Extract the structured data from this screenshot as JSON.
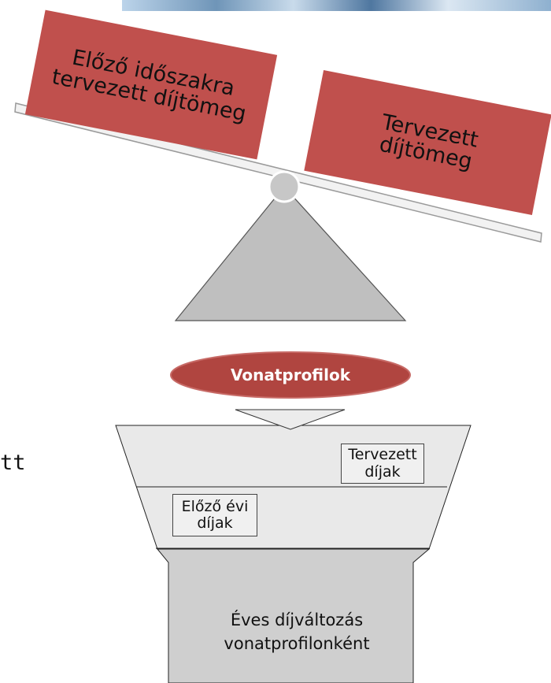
{
  "colors": {
    "box_fill": "#c0504d",
    "ellipse_fill": "#b04540",
    "ellipse_border": "#c76a66",
    "triangle_fill": "#bfbfbf",
    "funnel_fill": "#e9e9e9",
    "column_fill": "#cfcfcf"
  },
  "balance": {
    "left_box_text": "Előző időszakra\ntervezett díjtömeg",
    "right_box_text": "Tervezett\ndíjtömeg"
  },
  "ellipse": {
    "label": "Vonatprofilok"
  },
  "funnel": {
    "planned_fees": "Tervezett\ndíjak",
    "previous_year_fees": "Előző évi\ndíjak",
    "result_text": "Éves díjváltozás\nvonatprofilonként"
  },
  "left_cutoff_text": "tt"
}
